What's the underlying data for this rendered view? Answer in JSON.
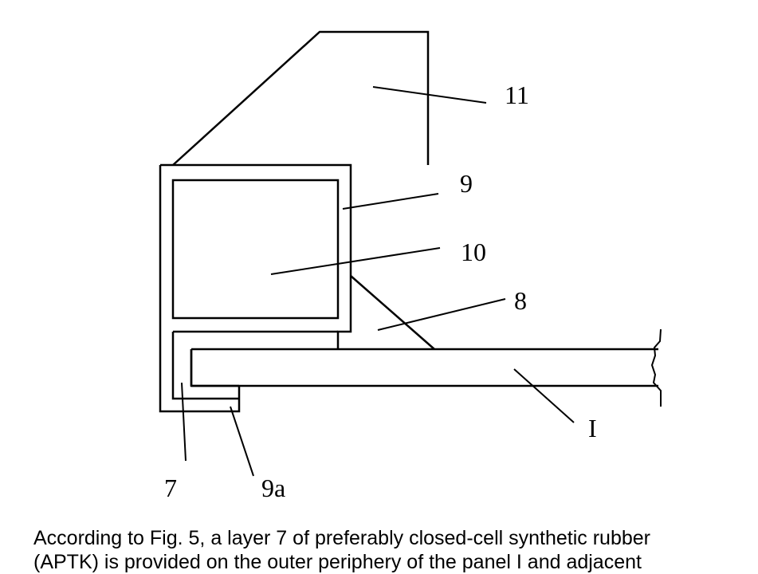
{
  "labels": {
    "l11": "11",
    "l9": "9",
    "l10": "10",
    "l8": "8",
    "lI": "I",
    "l7": "7",
    "l9a": "9a"
  },
  "caption": {
    "line1": "According to Fig. 5, a layer 7 of preferably closed-cell synthetic rubber",
    "line2": "(APTK) is provided on the outer periphery of the panel I and adjacent"
  }
}
